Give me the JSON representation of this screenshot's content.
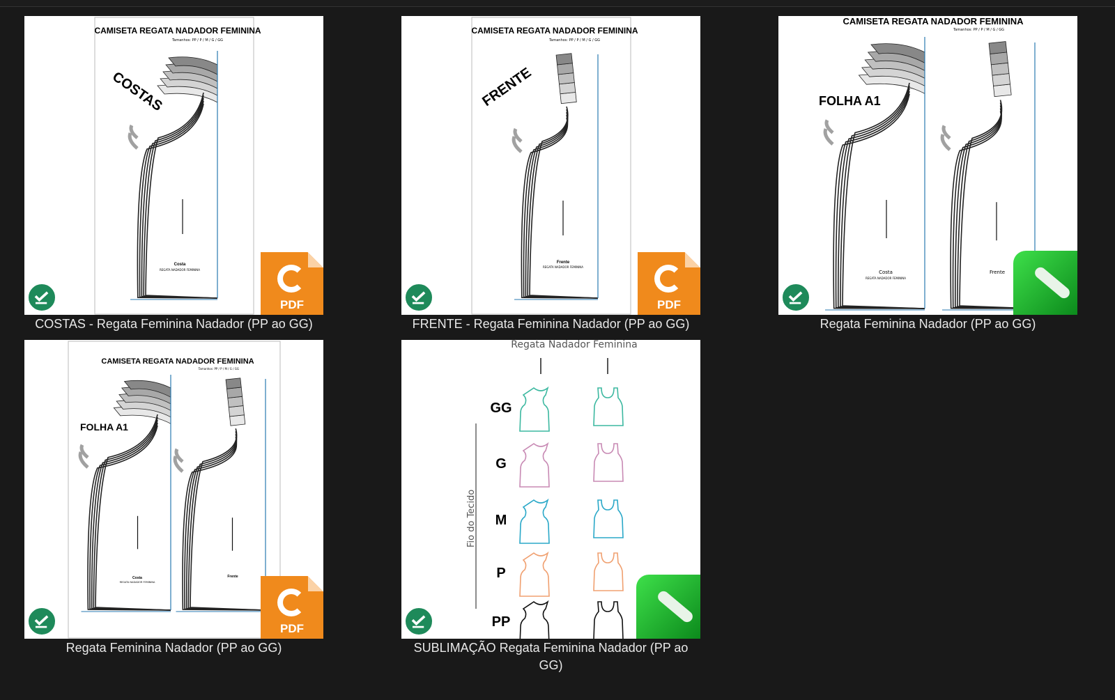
{
  "items": [
    {
      "name": "COSTAS - Regata Feminina Nadador (PP ao GG)",
      "badge": "pdf",
      "thumb": {
        "title": "CAMISETA REGATA NADADOR FEMININA",
        "sizes": "Tamanhos: PP / P / M / G / GG",
        "side_label": "COSTAS",
        "piece_label": "Costa",
        "piece_sub": "REGATA NADADOR FEMININA"
      }
    },
    {
      "name": "FRENTE - Regata Feminina Nadador (PP ao GG)",
      "badge": "pdf",
      "thumb": {
        "title": "CAMISETA REGATA NADADOR FEMININA",
        "sizes": "Tamanhos: PP / P / M / G / GG",
        "side_label": "FRENTE",
        "piece_label": "Frente",
        "piece_sub": "REGATA NADADOR FEMININA"
      }
    },
    {
      "name": "Regata Feminina Nadador (PP ao GG)",
      "badge": "pen",
      "thumb": {
        "title": "CAMISETA REGATA NADADOR FEMININA",
        "sizes": "Tamanhos: PP / P / M / G / GG",
        "side_label": "FOLHA A1",
        "piece_label": "Costa",
        "piece_label2": "Frente",
        "piece_sub": "REGATA NADADOR FEMININA"
      }
    },
    {
      "name": "Regata Feminina Nadador (PP ao GG)",
      "badge": "pdf",
      "thumb": {
        "title": "CAMISETA REGATA NADADOR FEMININA",
        "sizes": "Tamanhos: PP / P / M / G / GG",
        "side_label": "FOLHA A1",
        "piece_label": "Costa",
        "piece_label2": "Frente",
        "piece_sub": "REGATA NADADOR FEMININA"
      }
    },
    {
      "name": "SUBLIMAÇÃO Regata Feminina Nadador (PP ao GG)",
      "badge": "pen",
      "thumb": {
        "title": "Regata Nadador Feminina",
        "grain": "Fio do Tecido",
        "sizes": [
          "GG",
          "G",
          "M",
          "P",
          "PP"
        ],
        "colors": [
          "#3cb8a0",
          "#c88ab4",
          "#2aa8c8",
          "#f0a070",
          "#111111"
        ]
      }
    }
  ],
  "badge_icons": {
    "pdf": "pdf-file-icon",
    "pen": "edit-pen-icon",
    "check": "sync-check-icon"
  },
  "pdf_badge_text": "PDF"
}
